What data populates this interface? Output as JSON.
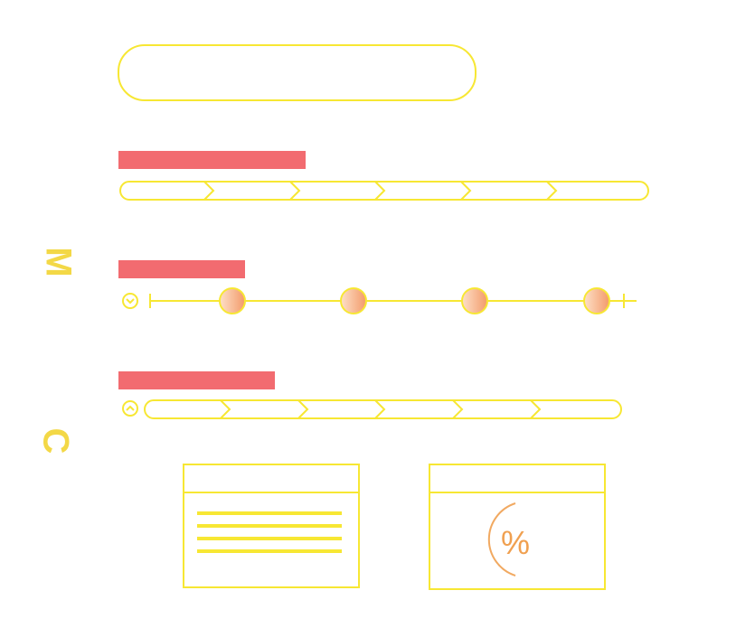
{
  "side_letters": {
    "top": "M",
    "bottom": "C"
  },
  "icons": {
    "row2": "chevron-down-circle-icon",
    "row3": "chevron-up-circle-icon"
  },
  "timeline_nodes": 4,
  "stat_card": {
    "symbol": "%"
  },
  "colors": {
    "outline": "#f7e733",
    "bar": "#f26b70",
    "node_light": "#fde0c8",
    "node_dark": "#f39a6a",
    "accent": "#f0a050",
    "letter": "#f3d846"
  }
}
